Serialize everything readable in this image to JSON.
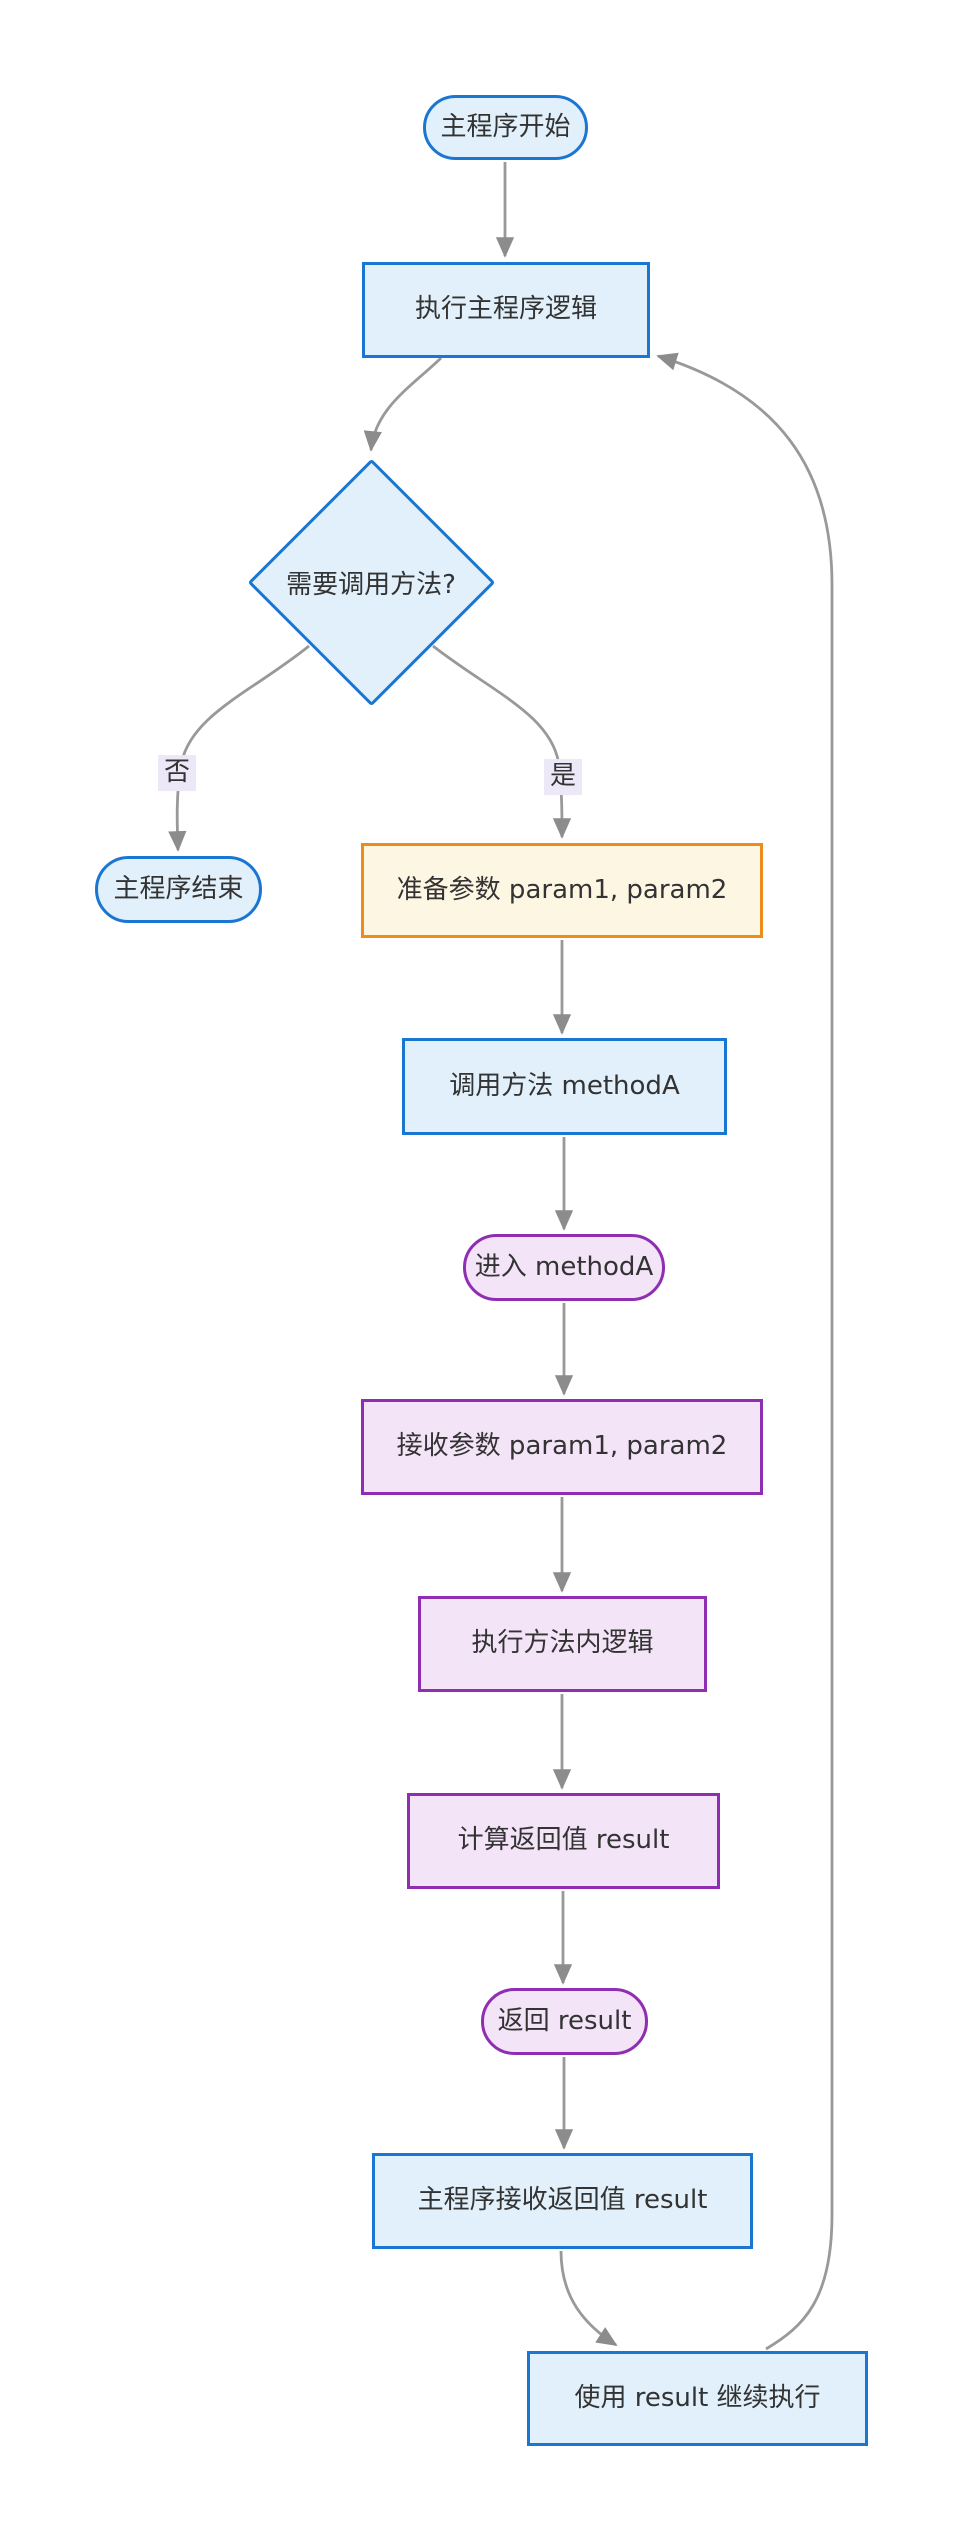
{
  "diagram": {
    "type": "flowchart",
    "direction": "top-down",
    "nodes": [
      {
        "id": "start",
        "label": "主程序开始",
        "shape": "stadium",
        "palette": "blue"
      },
      {
        "id": "main_logic",
        "label": "执行主程序逻辑",
        "shape": "rect",
        "palette": "blue"
      },
      {
        "id": "decision",
        "label": "需要调用方法?",
        "shape": "diamond",
        "palette": "blue"
      },
      {
        "id": "main_end",
        "label": "主程序结束",
        "shape": "stadium",
        "palette": "blue"
      },
      {
        "id": "prepare_params",
        "label": "准备参数 param1, param2",
        "shape": "rect",
        "palette": "orange"
      },
      {
        "id": "call_method",
        "label": "调用方法 methodA",
        "shape": "rect",
        "palette": "blue"
      },
      {
        "id": "enter_method",
        "label": "进入 methodA",
        "shape": "stadium",
        "palette": "purple"
      },
      {
        "id": "receive_params",
        "label": "接收参数 param1, param2",
        "shape": "rect",
        "palette": "purple"
      },
      {
        "id": "exec_method_logic",
        "label": "执行方法内逻辑",
        "shape": "rect",
        "palette": "purple"
      },
      {
        "id": "compute_return",
        "label": "计算返回值 result",
        "shape": "rect",
        "palette": "purple"
      },
      {
        "id": "return_result",
        "label": "返回 result",
        "shape": "stadium",
        "palette": "purple"
      },
      {
        "id": "main_receive",
        "label": "主程序接收返回值 result",
        "shape": "rect",
        "palette": "blue"
      },
      {
        "id": "continue_exec",
        "label": "使用 result 继续执行",
        "shape": "rect",
        "palette": "blue"
      }
    ],
    "edges": [
      {
        "from": "start",
        "to": "main_logic",
        "label": ""
      },
      {
        "from": "main_logic",
        "to": "decision",
        "label": ""
      },
      {
        "from": "decision",
        "to": "main_end",
        "label": "否"
      },
      {
        "from": "decision",
        "to": "prepare_params",
        "label": "是"
      },
      {
        "from": "prepare_params",
        "to": "call_method",
        "label": ""
      },
      {
        "from": "call_method",
        "to": "enter_method",
        "label": ""
      },
      {
        "from": "enter_method",
        "to": "receive_params",
        "label": ""
      },
      {
        "from": "receive_params",
        "to": "exec_method_logic",
        "label": ""
      },
      {
        "from": "exec_method_logic",
        "to": "compute_return",
        "label": ""
      },
      {
        "from": "compute_return",
        "to": "return_result",
        "label": ""
      },
      {
        "from": "return_result",
        "to": "main_receive",
        "label": ""
      },
      {
        "from": "main_receive",
        "to": "continue_exec",
        "label": ""
      },
      {
        "from": "continue_exec",
        "to": "main_logic",
        "label": ""
      }
    ],
    "colors": {
      "blue_fill": "#E1F0FA",
      "blue_border": "#1976D2",
      "orange_fill": "#FDF6E3",
      "orange_border": "#EE8C1A",
      "purple_fill": "#F3E4F8",
      "purple_border": "#8F2DB3",
      "edge_stroke": "#999999",
      "arrowhead": "#8C8C8C",
      "edge_label_background": "#ECE8F8",
      "text": "#333333",
      "background": "#FFFFFF"
    }
  }
}
